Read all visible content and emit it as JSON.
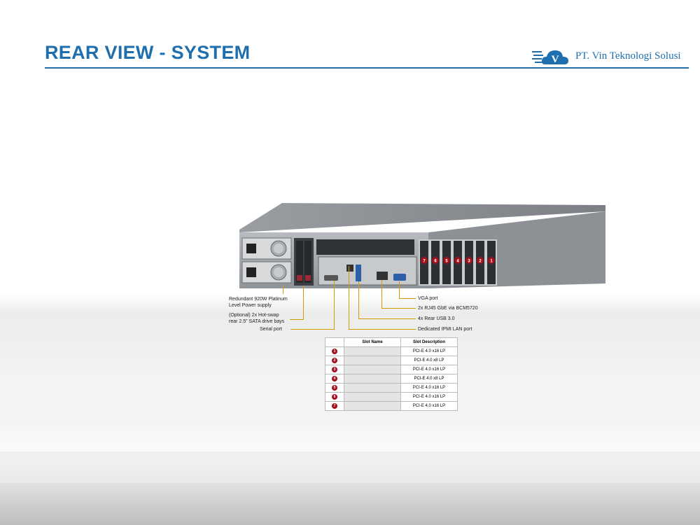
{
  "page": {
    "title": "REAR VIEW - SYSTEM",
    "brand": "PT. Vin Teknologi Solusi",
    "brand_letter": "V"
  },
  "colors": {
    "title": "#1f6fae",
    "callout_line": "#d49a00",
    "slot_badge": "#a50f1b"
  },
  "callouts": {
    "psu": [
      "Redundant  920W Platinum",
      "Level  Power  supply"
    ],
    "drive_bays": [
      "(Optional) 2x Hot-swap",
      "rear 2.5\" SATA drive  bays"
    ],
    "serial": "Serial port",
    "vga": "VGA port",
    "rj45": "2x RJ45 GbE via  BCM5720",
    "usb": "4x Rear USB 3.0",
    "ipmi": "Dedicated IPMI LAN port"
  },
  "slot_table": {
    "headers": [
      "",
      "Slot Name",
      "Slot Description"
    ],
    "rows": [
      {
        "num": "1",
        "name": "",
        "desc": "PCI-E 4.0 x16 LP"
      },
      {
        "num": "2",
        "name": "",
        "desc": "PCI-E 4.0 x8 LP"
      },
      {
        "num": "3",
        "name": "",
        "desc": "PCI-E 4.0 x16 LP"
      },
      {
        "num": "4",
        "name": "",
        "desc": "PCI-E 4.0 x8 LP"
      },
      {
        "num": "5",
        "name": "",
        "desc": "PCI-E 4.0 x16 LP"
      },
      {
        "num": "6",
        "name": "",
        "desc": "PCI-E 4.0 x16 LP"
      },
      {
        "num": "7",
        "name": "",
        "desc": "PCI-E 4.0 x16 LP"
      }
    ]
  },
  "server_slot_labels": [
    "7",
    "6",
    "5",
    "4",
    "3",
    "2",
    "1"
  ]
}
